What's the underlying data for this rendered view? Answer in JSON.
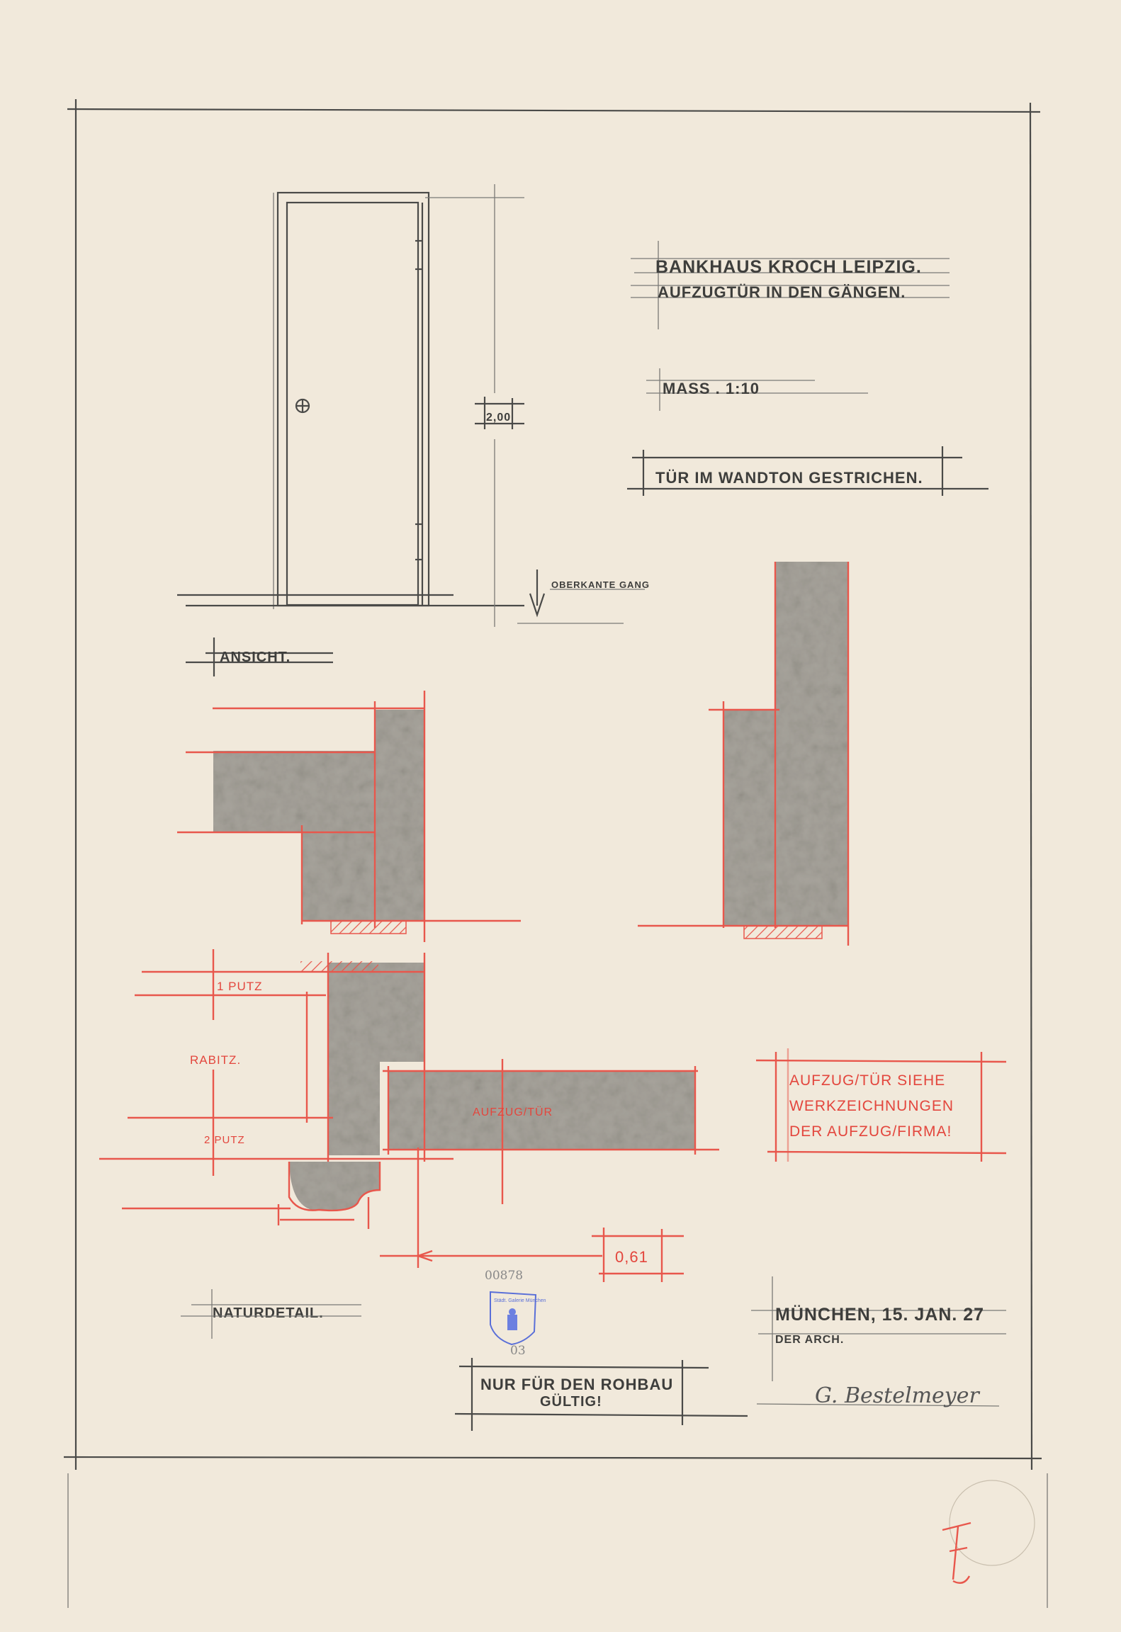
{
  "title": {
    "line1": "Bankhaus Kroch Leipzig.",
    "line2": "Aufzugtür in den Gängen."
  },
  "scale_label": "Maß . 1:10",
  "paint_note": "Tür im Wandton gestrichen.",
  "elevation": {
    "height_dimension": "2,00",
    "floor_label": "Oberkante Gang",
    "view_label": "Ansicht."
  },
  "plan_detail": {
    "plaster_top": "1 Putz",
    "rabitz": "Rabitz.",
    "plaster_bottom": "2 Putz",
    "door_label": "Aufzug/tür",
    "width_dimension": "0,61",
    "detail_label": "Naturdetail."
  },
  "red_note": {
    "line1": "Aufzug/tür siehe",
    "line2": "Werkzeichnungen",
    "line3": "der Aufzug/firma!"
  },
  "archive": {
    "inventory_number": "00878",
    "stamp_text": "Städt. Galerie München",
    "stamp_sub_number": "03"
  },
  "validity_note": {
    "line1": "nur für den Rohbau",
    "line2": "gültig!"
  },
  "signature_block": {
    "place_date": "München, 15. Jan. 27",
    "role": "der Arch.",
    "signature": "G. Bestelmeyer"
  },
  "colors": {
    "paper": "#f1e9db",
    "pencil": "#4a4a48",
    "red_pencil": "#e8574c",
    "stamp_blue": "#5a6fd8"
  }
}
